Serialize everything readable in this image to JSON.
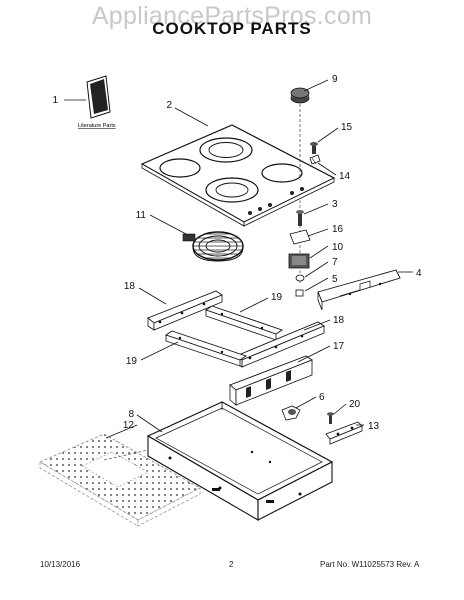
{
  "header": {
    "watermark": "AppliancePartsPros.com",
    "title": "COOKTOP PARTS"
  },
  "callouts": [
    "1",
    "2",
    "3",
    "4",
    "5",
    "6",
    "7",
    "8",
    "9",
    "10",
    "11",
    "12",
    "13",
    "14",
    "15",
    "16",
    "17",
    "18",
    "18",
    "19",
    "19",
    "20"
  ],
  "literature_label": "Literature Parts",
  "footer": {
    "date": "10/13/2016",
    "page": "2",
    "part_number": "Part No. W11025573  Rev. A"
  }
}
